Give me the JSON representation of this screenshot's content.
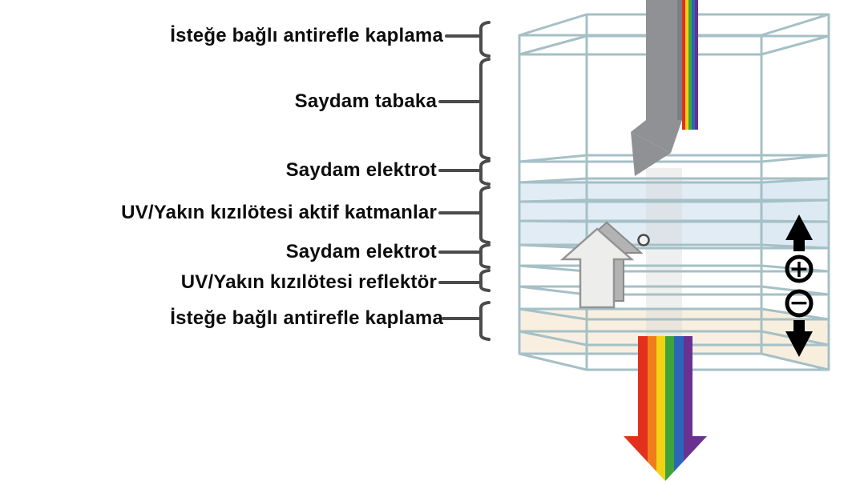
{
  "diagram": {
    "labels": [
      {
        "text": "İsteğe bağlı antirefle kaplama"
      },
      {
        "text": "Saydam tabaka"
      },
      {
        "text": "Saydam elektrot"
      },
      {
        "text": "UV/Yakın kızılötesi aktif katmanlar"
      },
      {
        "text": "Saydam elektrot"
      },
      {
        "text": "UV/Yakın kızılötesi reflektör"
      },
      {
        "text": "İsteğe bağlı antirefle kaplama"
      }
    ],
    "polarity": {
      "plus": "+",
      "minus": "−"
    },
    "icons": {
      "incident_beam": "incident-light-beam",
      "transmitted_beam": "transmitted-spectrum-arrow",
      "field_arrow": "up-block-arrow",
      "polarity_up": "up-arrow",
      "polarity_down": "down-arrow",
      "plus": "circled-plus",
      "minus": "circled-minus"
    }
  },
  "colors": {
    "text": "#0d0d0d",
    "wireframe": "#a5c0c6",
    "bracket": "#4b4b4b",
    "beam_gray": "#8f9194",
    "beam_gray_dark": "#6e7073",
    "inner_beam": "#d6d6d6",
    "active_tint": "#c3d9ea",
    "bottom_tint": "#f3e2c8",
    "block_arrow_front": "#ededec",
    "block_arrow_back": "#b3b3b3",
    "polarity_black": "#000000",
    "spectrum": [
      "#e2301d",
      "#f07d1a",
      "#f2d214",
      "#3fa33c",
      "#2b66b8",
      "#6a3191"
    ]
  }
}
